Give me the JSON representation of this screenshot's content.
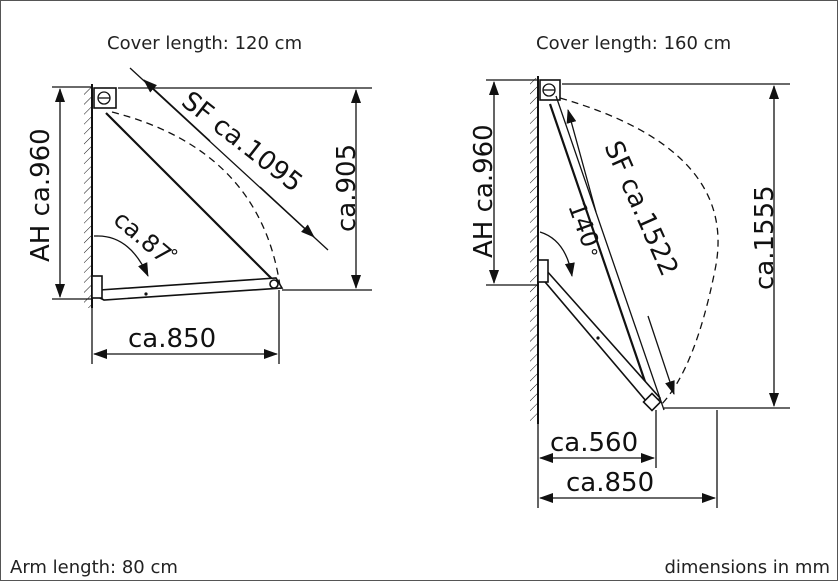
{
  "left": {
    "caption": "Cover length: 120 cm",
    "height_label": "AH ca.960",
    "diag_label": "SF ca.1095",
    "right_label": "ca.905",
    "angle_label": "ca.87",
    "degree": "°",
    "width_label": "ca.850"
  },
  "right": {
    "caption": "Cover length: 160 cm",
    "height_label": "AH ca.960",
    "diag_label": "SF ca.1522",
    "right_label": "ca.1555",
    "angle_label": "140",
    "degree": "°",
    "width_inner_label": "ca.560",
    "width_outer_label": "ca.850"
  },
  "footer": {
    "arm_length": "Arm length: 80 cm",
    "units": "dimensions in mm"
  }
}
